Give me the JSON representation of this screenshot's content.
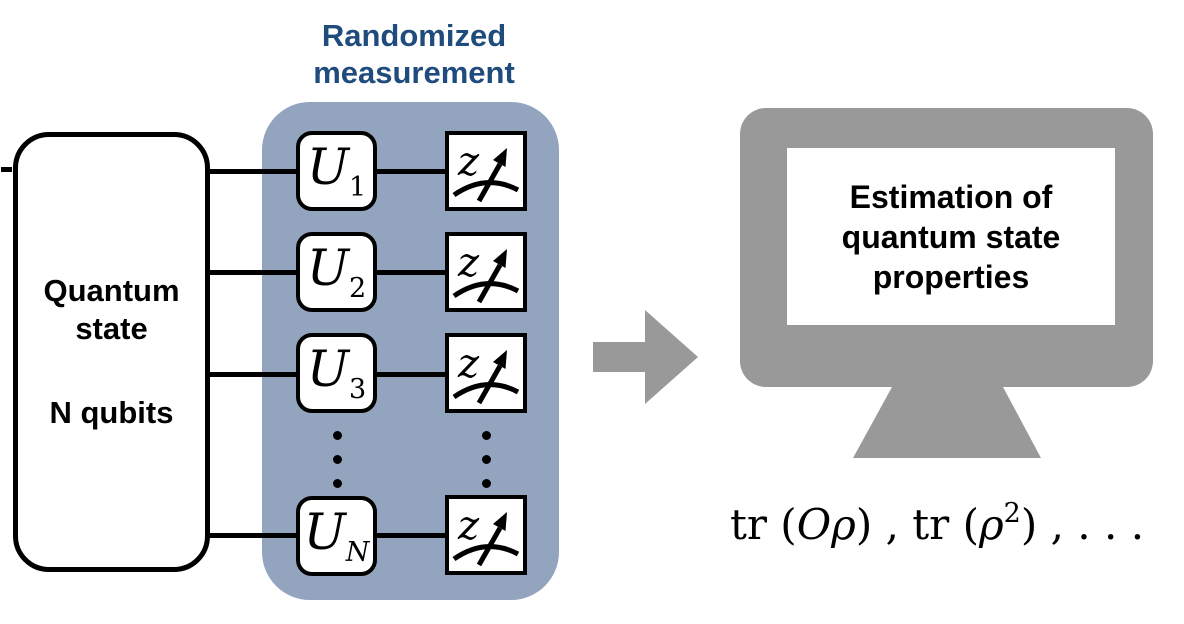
{
  "title": "Randomized measurement",
  "colors": {
    "panel_blue": "#92a4be",
    "title_navy": "#1f4c7c",
    "monitor_gray": "#999999",
    "ink": "#000000"
  },
  "state_box": {
    "line1": "Quantum state",
    "line2": "N qubits"
  },
  "circuit": {
    "rows": [
      {
        "u_base": "U",
        "u_sub": "1",
        "meter_label": "z"
      },
      {
        "u_base": "U",
        "u_sub": "2",
        "meter_label": "z"
      },
      {
        "u_base": "U",
        "u_sub": "3",
        "meter_label": "z"
      },
      {
        "u_base": "U",
        "u_sub": "N",
        "meter_label": "z"
      }
    ]
  },
  "monitor": {
    "screen_text": "Estimation of quantum state properties"
  },
  "formula": {
    "p0": "tr (",
    "p1": "Oρ",
    "p2": ") , tr (",
    "p3": "ρ",
    "p4": "2",
    "p5": ") , . . ."
  }
}
